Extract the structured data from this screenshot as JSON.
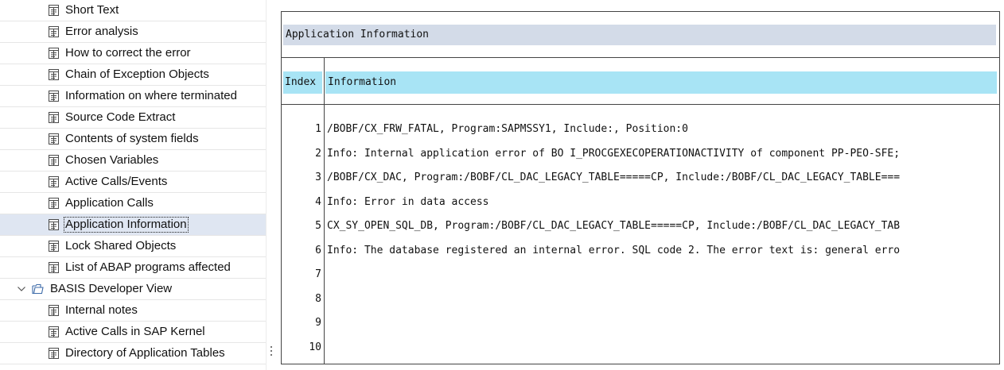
{
  "tree": {
    "items": [
      {
        "label": "Short Text",
        "icon": "document-icon",
        "level": 2
      },
      {
        "label": "Error analysis",
        "icon": "document-icon",
        "level": 2
      },
      {
        "label": "How to correct the error",
        "icon": "document-icon",
        "level": 2
      },
      {
        "label": "Chain of Exception Objects",
        "icon": "document-icon",
        "level": 2
      },
      {
        "label": "Information on where terminated",
        "icon": "document-icon",
        "level": 2
      },
      {
        "label": "Source Code Extract",
        "icon": "document-icon",
        "level": 2
      },
      {
        "label": "Contents of system fields",
        "icon": "document-icon",
        "level": 2
      },
      {
        "label": "Chosen Variables",
        "icon": "document-icon",
        "level": 2
      },
      {
        "label": "Active Calls/Events",
        "icon": "document-icon",
        "level": 2
      },
      {
        "label": "Application Calls",
        "icon": "document-icon",
        "level": 2
      },
      {
        "label": "Application Information",
        "icon": "document-icon",
        "level": 2,
        "selected": true
      },
      {
        "label": "Lock Shared Objects",
        "icon": "document-icon",
        "level": 2
      },
      {
        "label": "List of ABAP programs affected",
        "icon": "document-icon",
        "level": 2
      },
      {
        "label": "BASIS Developer View",
        "icon": "folder-open-icon",
        "level": 1,
        "expanded": true
      },
      {
        "label": "Internal notes",
        "icon": "document-icon",
        "level": 2
      },
      {
        "label": "Active Calls in SAP Kernel",
        "icon": "document-icon",
        "level": 2
      },
      {
        "label": "Directory of Application Tables",
        "icon": "document-icon",
        "level": 2
      }
    ]
  },
  "report": {
    "section_title": "Application Information",
    "columns": {
      "index": "Index",
      "information": "Information"
    },
    "rows": [
      {
        "index": "1",
        "info": "/BOBF/CX_FRW_FATAL, Program:SAPMSSY1, Include:, Position:0"
      },
      {
        "index": "2",
        "info": "Info: Internal application error of BO I_PROCGEXECOPERATIONACTIVITY of component PP-PEO-SFE;"
      },
      {
        "index": "3",
        "info": "/BOBF/CX_DAC, Program:/BOBF/CL_DAC_LEGACY_TABLE=====CP, Include:/BOBF/CL_DAC_LEGACY_TABLE==="
      },
      {
        "index": "4",
        "info": "Info: Error in data access"
      },
      {
        "index": "5",
        "info": "CX_SY_OPEN_SQL_DB, Program:/BOBF/CL_DAC_LEGACY_TABLE=====CP, Include:/BOBF/CL_DAC_LEGACY_TAB"
      },
      {
        "index": "6",
        "info": "Info: The database registered an internal error. SQL code 2. The error text is: general erro"
      },
      {
        "index": "7",
        "info": ""
      },
      {
        "index": "8",
        "info": ""
      },
      {
        "index": "9",
        "info": ""
      },
      {
        "index": "10",
        "info": ""
      }
    ]
  },
  "colors": {
    "section_header_bg": "#d3dbe8",
    "column_header_bg": "#a8e4f5",
    "selected_row_bg": "#dfe6f2"
  }
}
